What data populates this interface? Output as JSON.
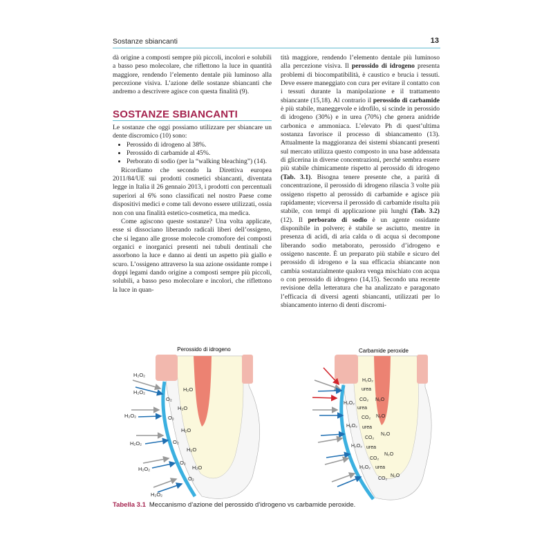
{
  "header": {
    "section": "Sostanze sbiancanti",
    "page_number": "13"
  },
  "left": {
    "p1": "dà origine a composti sempre più piccoli, incolori e solubili a basso peso molecolare, che riflettono la luce in quantità maggiore, rendendo l’elemento dentale più luminoso alla percezione visiva. L’azione delle sostanze sbiancanti che andremo a descrivere agisce con questa finalità (9).",
    "heading": "SOSTANZE SBIANCANTI",
    "p2": "Le sostanze che oggi possiamo utilizzare per sbiancare un dente discromico (10) sono:",
    "list": [
      "Perossido di idrogeno al 38%.",
      "Perossido di carbamide al 45%.",
      "Perborato di sodio (per la “walking bleaching”) (14)."
    ],
    "p3": "Ricordiamo che secondo la Direttiva europea 2011/84/UE sui prodotti cosmetici sbiancanti, diventata legge in Italia il 26 gennaio 2013, i prodotti con percentuali superiori al 6% sono classificati nel nostro Paese come dispositivi medici e come tali devono essere utilizzati, ossia non con una finalità estetico-cosmetica, ma medica.",
    "p4": "Come agiscono queste sostanze? Una volta applicate, esse si dissociano liberando radicali liberi dell’ossigeno, che si legano alle grosse molecole cromofore dei composti organici e inorganici presenti nei tubuli dentinali che assorbono la luce e danno ai denti un aspetto più giallo e scuro. L’ossigeno attraverso la sua azione ossidante rompe i doppi legami dando origine a composti sempre più piccoli, solubili, a basso peso molecolare e incolori, che riflettono la luce in quan-"
  },
  "right": {
    "s1": "tità maggiore, rendendo l’elemento dentale più luminoso alla percezione visiva. Il ",
    "b1": "perossido di idrogeno",
    "s2": " presenta problemi di biocompatibilità, è caustico e brucia i tessuti. Deve essere maneggiato con cura per evitare il contatto con i tessuti durante la manipolazione e il trattamento sbiancante (15,18). Al contrario il ",
    "b2": "perossido di carbamide",
    "s3": " è più stabile, maneggevole e idrofilo, si scinde in perossido di idrogeno (30%) e in urea (70%) che genera anidride carbonica e ammoniaca. L’elevato Ph di quest’ultima sostanza favorisce il processo di sbiancamento (13). Attualmente la maggioranza dei sistemi sbiancanti presenti sul mercato utilizza questo composto in una base addensata di glicerina in diverse concentrazioni, perché sembra essere più stabile chimicamente rispetto al perossido di idrogeno ",
    "b3": "(Tab. 3.1)",
    "s4": ". Bisogna tenere presente che, a parità di concentrazione, il perossido di idrogeno rilascia 3 volte più ossigeno rispetto al perossido di carbamide e agisce più rapidamente; viceversa il perossido di carbamide risulta più stabile, con tempi di applicazione più lunghi ",
    "b4": "(Tab. 3.2)",
    "s5": " (12). Il ",
    "b5": "perborato di sodio",
    "s6": " è un agente ossidante disponibile in polvere; è stabile se asciutto, mentre in presenza di acidi, di aria calda o di acqua si decompone liberando sodio metaborato, perossido d’idrogeno e ossigeno nascente. È un preparato più stabile e sicuro del perossido di idrogeno e la sua efficacia sbiancante non cambia sostanzialmente qualora venga mischiato con acqua o con perossido di idrogeno (14,15). Secondo una recente revisione della letteratura che ha analizzato e paragonato l’efficacia di diversi agenti sbiancanti, utilizzati per lo sbiancamento interno di denti discromi-"
  },
  "figure": {
    "left_title": "Perossido di idrogeno",
    "right_title": "Carbamide peroxide",
    "h2o2": "H₂O₂",
    "h2o": "H₂O",
    "o2": "O₂",
    "urea": "urea",
    "co2": "CO₂",
    "n2o": "N₂O",
    "colors": {
      "enamel": "#3bb0e0",
      "gum": "#f2b8ae",
      "pulp": "#ec8272",
      "dentin": "#fbf8dc",
      "arrow_blue": "#1f6fb2",
      "arrow_gray": "#999999",
      "arrow_red": "#d2232a"
    }
  },
  "caption": {
    "label": "Tabella 3.1",
    "text": "Meccanismo d’azione del perossido d’idrogeno vs carbamide peroxide."
  }
}
